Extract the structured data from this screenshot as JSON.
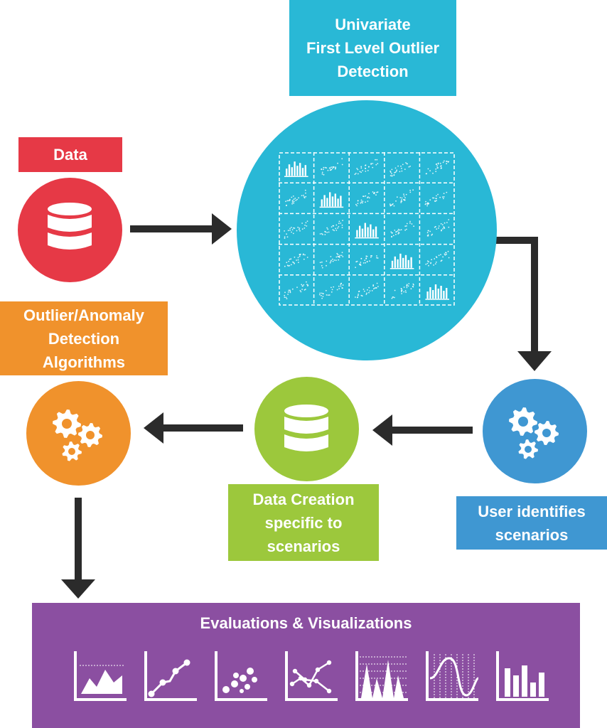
{
  "nodes": {
    "univariate": {
      "label": "Univariate\nFirst Level Outlier\nDetection",
      "color": "#29b8d6"
    },
    "data": {
      "label": "Data",
      "color": "#e63946",
      "icon": "database-icon"
    },
    "algorithms": {
      "label": "Outlier/Anomaly\nDetection\nAlgorithms",
      "color": "#f0922c",
      "icon": "gears-icon"
    },
    "data_creation": {
      "label": "Data Creation\nspecific to\nscenarios",
      "color": "#9cc83c",
      "icon": "database-icon"
    },
    "user_scenarios": {
      "label": "User identifies\nscenarios",
      "color": "#3f97d2",
      "icon": "gears-icon"
    },
    "evaluations": {
      "label": "Evaluations & Visualizations",
      "color": "#8b4fa1"
    }
  },
  "matrix": {
    "icon": "scatterplot-matrix-icon",
    "rows": 5,
    "cols": 5
  },
  "visualization_icons": [
    "area-chart-icon",
    "line-dot-chart-icon",
    "bubble-chart-icon",
    "scatter-line-chart-icon",
    "spike-chart-icon",
    "wave-chart-icon",
    "bar-chart-icon"
  ],
  "arrow_color": "#2b2b2b"
}
